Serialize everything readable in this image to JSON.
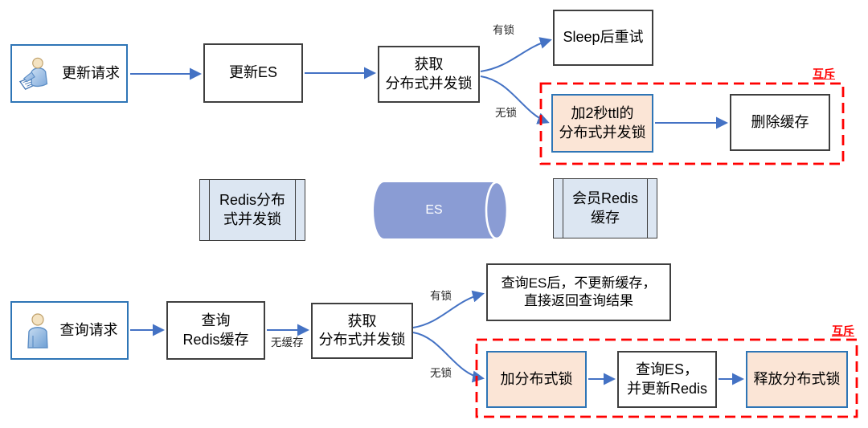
{
  "top": {
    "update_request": "更新请求",
    "update_es": "更新ES",
    "acquire_lock_l1": "获取",
    "acquire_lock_l2": "分布式并发锁",
    "sleep_retry": "Sleep后重试",
    "has_lock": "有锁",
    "no_lock": "无锁",
    "mutex": "互斥",
    "add_ttl_lock_l1": "加2秒ttl的",
    "add_ttl_lock_l2": "分布式并发锁",
    "delete_cache": "删除缓存"
  },
  "middle": {
    "redis_lock_l1": "Redis分布",
    "redis_lock_l2": "式并发锁",
    "es": "ES",
    "member_redis_l1": "会员Redis",
    "member_redis_l2": "缓存"
  },
  "bottom": {
    "query_request": "查询请求",
    "query_redis_l1": "查询",
    "query_redis_l2": "Redis缓存",
    "no_cache": "无缓存",
    "acquire_lock_l1": "获取",
    "acquire_lock_l2": "分布式并发锁",
    "has_lock": "有锁",
    "no_lock": "无锁",
    "query_es_nocache_l1": "查询ES后，不更新缓存，",
    "query_es_nocache_l2": "直接返回查询结果",
    "mutex": "互斥",
    "add_lock": "加分布式锁",
    "query_es_update_l1": "查询ES，",
    "query_es_update_l2": "并更新Redis",
    "release_lock": "释放分布式锁"
  },
  "colors": {
    "arrow_blue": "#4472C4",
    "node_blue_border": "#2E75B6",
    "light_blue_fill": "#DCE6F2",
    "orange_fill": "#FBE5D6",
    "cylinder_blue": "#8A9CD4",
    "mutex_red": "#FF0000",
    "dark_border": "#3F3F3F"
  }
}
